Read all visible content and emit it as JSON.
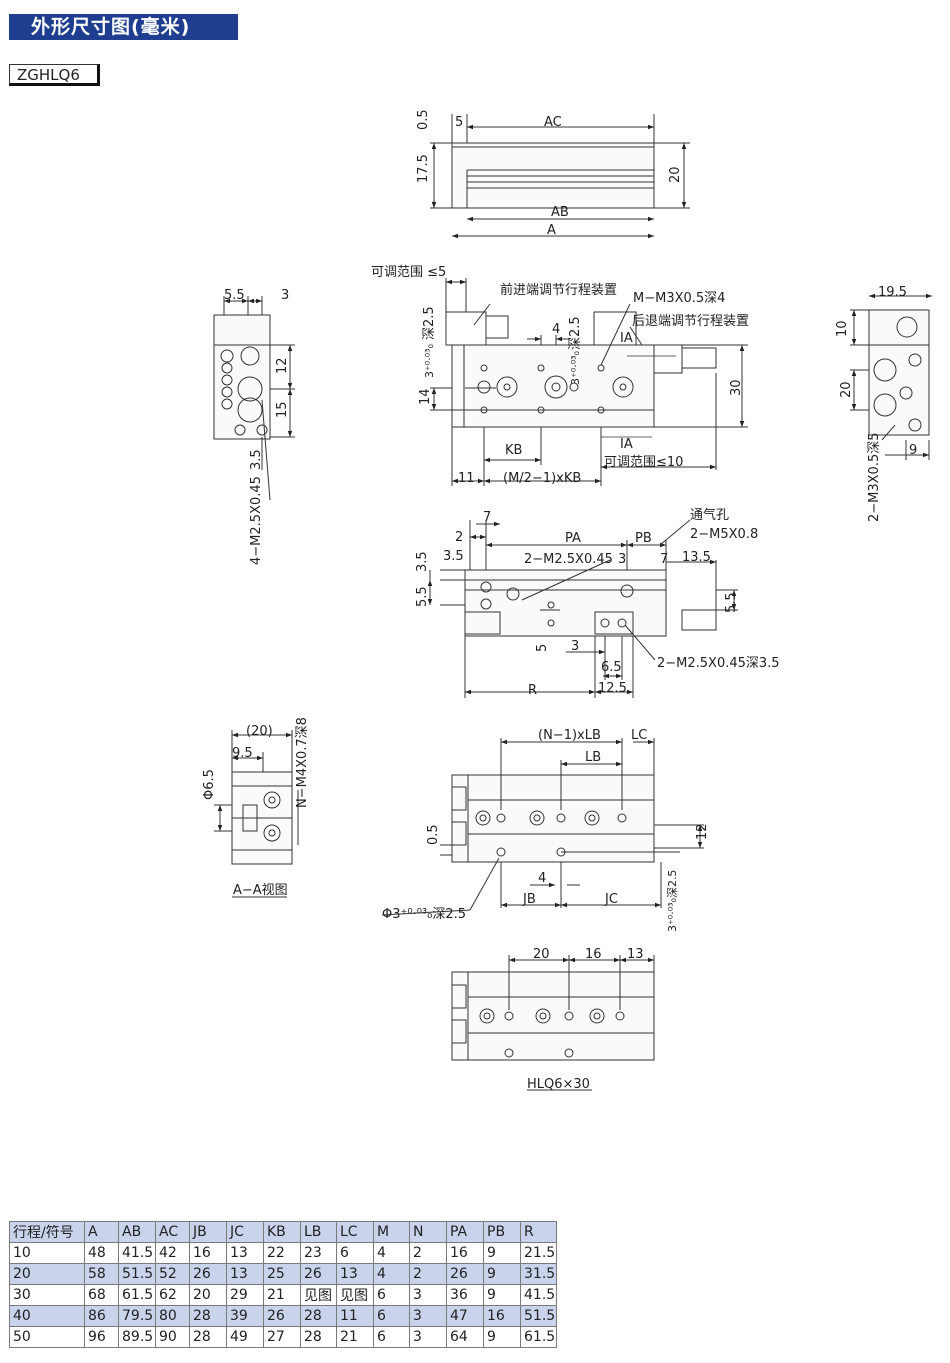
{
  "header": {
    "title": "外形尺寸图(毫米)",
    "model": "ZGHLQ6"
  },
  "top_view": {
    "d1": "0.5",
    "d2": "5",
    "d3": "AC",
    "d4": "17.5",
    "d5": "20",
    "d6": "AB",
    "d7": "A"
  },
  "side_view": {
    "range_left": "可调范围 ≤5",
    "front_adj": "前进端调节行程装置",
    "m_thread": "M−M3X0.5深4",
    "rear_adj": "后退端调节行程装置",
    "ia_top": "IA",
    "ia_bottom": "IA",
    "deep25_left": "深2.5",
    "tol_left": "3⁺⁰·⁰³₀",
    "deep25_right": "深2.5",
    "tol_right": "3⁺⁰·⁰³₀",
    "d4": "4",
    "d14": "14",
    "d30": "30",
    "kb": "KB",
    "d11": "11",
    "m2kb": "(M/2−1)xKB",
    "range_right": "可调范围≤10"
  },
  "left_view": {
    "d55": "5.5",
    "d3": "3",
    "d12": "12",
    "d15": "15",
    "d35": "3.5",
    "thread": "4−M2.5X0.45"
  },
  "right_view": {
    "d195": "19.5",
    "d10": "10",
    "d20": "20",
    "d9": "9",
    "thread": "2−M3X0.5深5"
  },
  "bottom_view": {
    "d7": "7",
    "d2": "2",
    "pa": "PA",
    "pb": "PB",
    "vent": "通气孔",
    "m5": "2−M5X0.8",
    "d35a": "3.5",
    "d35b": "3.5",
    "m25": "2−M2.5X0.45",
    "d3a": "3",
    "d7b": "7",
    "d135": "13.5",
    "d55a": "5.5",
    "d55b": "5.5",
    "d5": "5",
    "d3b": "3",
    "d65": "6.5",
    "m25deep": "2−M2.5X0.45深3.5",
    "r": "R",
    "d125": "12.5"
  },
  "aa_view": {
    "d20": "(20)",
    "d95": "9.5",
    "phi65": "Φ6.5",
    "nm4": "N−M4X0.7深8",
    "label": "A−A视图"
  },
  "jaw_view": {
    "n1lb": "(N−1)xLB",
    "lc": "LC",
    "lb": "LB",
    "d05": "0.5",
    "d12": "12",
    "d4": "4",
    "jb": "JB",
    "jc": "JC",
    "phi3": "Φ3⁺⁰·⁰³₀深2.5",
    "tol": "3⁺⁰·⁰³₀深2.5"
  },
  "hlq_view": {
    "d20": "20",
    "d16": "16",
    "d13": "13",
    "label": "HLQ6×30"
  },
  "table": {
    "headers": [
      "行程/符号",
      "A",
      "AB",
      "AC",
      "JB",
      "JC",
      "KB",
      "LB",
      "LC",
      "M",
      "N",
      "PA",
      "PB",
      "R"
    ],
    "rows": [
      [
        "10",
        "48",
        "41.5",
        "42",
        "16",
        "13",
        "22",
        "23",
        "6",
        "4",
        "2",
        "16",
        "9",
        "21.5"
      ],
      [
        "20",
        "58",
        "51.5",
        "52",
        "26",
        "13",
        "25",
        "26",
        "13",
        "4",
        "2",
        "26",
        "9",
        "31.5"
      ],
      [
        "30",
        "68",
        "61.5",
        "62",
        "20",
        "29",
        "21",
        "见图",
        "见图",
        "6",
        "3",
        "36",
        "9",
        "41.5"
      ],
      [
        "40",
        "86",
        "79.5",
        "80",
        "28",
        "39",
        "26",
        "28",
        "11",
        "6",
        "3",
        "47",
        "16",
        "51.5"
      ],
      [
        "50",
        "96",
        "89.5",
        "90",
        "28",
        "49",
        "27",
        "28",
        "21",
        "6",
        "3",
        "64",
        "9",
        "61.5"
      ]
    ]
  }
}
